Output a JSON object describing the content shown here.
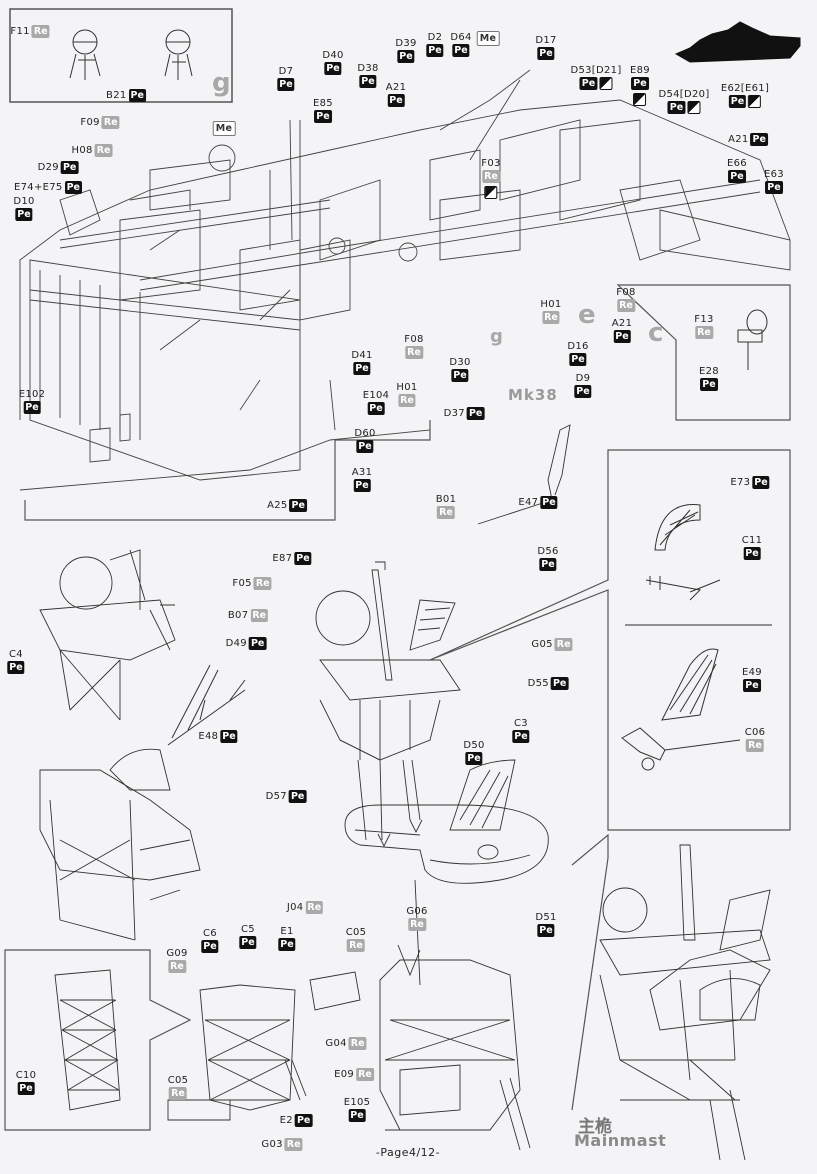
{
  "page_label": "-Page4/12-",
  "section": {
    "title_cn": "主桅",
    "title_en": "Mainmast"
  },
  "diagram_letters": [
    "g",
    "e",
    "c",
    "g"
  ],
  "mk38": "Mk38",
  "legend_colors": {
    "pe": "#111111",
    "re": "#a9a9a9"
  },
  "parts": {
    "f11": {
      "code": "F11",
      "mat": "Re"
    },
    "b21": {
      "code": "B21",
      "mat": "Pe"
    },
    "f09": {
      "code": "F09",
      "mat": "Re"
    },
    "h08": {
      "code": "H08",
      "mat": "Re"
    },
    "d29": {
      "code": "D29",
      "mat": "Pe"
    },
    "e74e75": {
      "code": "E74+E75",
      "mat": "Pe"
    },
    "d10": {
      "code": "D10",
      "mat": "Pe"
    },
    "me1": {
      "code": "Me"
    },
    "d7": {
      "code": "D7",
      "mat": "Pe"
    },
    "d40": {
      "code": "D40",
      "mat": "Pe"
    },
    "d38": {
      "code": "D38",
      "mat": "Pe"
    },
    "e85": {
      "code": "E85",
      "mat": "Pe"
    },
    "a21a": {
      "code": "A21",
      "mat": "Pe"
    },
    "d39": {
      "code": "D39",
      "mat": "Pe"
    },
    "d2": {
      "code": "D2",
      "mat": "Pe"
    },
    "d64": {
      "code": "D64",
      "mat": "Pe"
    },
    "me2": {
      "code": "Me"
    },
    "d17": {
      "code": "D17",
      "mat": "Pe"
    },
    "d53": {
      "code": "D53[D21]",
      "mat": "Pe"
    },
    "e89": {
      "code": "E89",
      "mat": "Pe"
    },
    "d54": {
      "code": "D54[D20]",
      "mat": "Pe"
    },
    "e62": {
      "code": "E62[E61]",
      "mat": "Pe"
    },
    "a21b": {
      "code": "A21",
      "mat": "Pe"
    },
    "e66": {
      "code": "E66",
      "mat": "Pe"
    },
    "e63": {
      "code": "E63",
      "mat": "Pe"
    },
    "f03": {
      "code": "F03",
      "mat": "Re"
    },
    "h01a": {
      "code": "H01",
      "mat": "Re"
    },
    "f08a": {
      "code": "F08",
      "mat": "Re"
    },
    "a21c": {
      "code": "A21",
      "mat": "Pe"
    },
    "d16": {
      "code": "D16",
      "mat": "Pe"
    },
    "d9": {
      "code": "D9",
      "mat": "Pe"
    },
    "f13": {
      "code": "F13",
      "mat": "Re"
    },
    "e28": {
      "code": "E28",
      "mat": "Pe"
    },
    "d41": {
      "code": "D41",
      "mat": "Pe"
    },
    "f08b": {
      "code": "F08",
      "mat": "Re"
    },
    "d30": {
      "code": "D30",
      "mat": "Pe"
    },
    "e102": {
      "code": "E102",
      "mat": "Pe"
    },
    "e104": {
      "code": "E104",
      "mat": "Pe"
    },
    "h01b": {
      "code": "H01",
      "mat": "Re"
    },
    "d37": {
      "code": "D37",
      "mat": "Pe"
    },
    "d60": {
      "code": "D60",
      "mat": "Pe"
    },
    "a31": {
      "code": "A31",
      "mat": "Pe"
    },
    "a25": {
      "code": "A25",
      "mat": "Pe"
    },
    "b01": {
      "code": "B01",
      "mat": "Re"
    },
    "e47": {
      "code": "E47",
      "mat": "Pe"
    },
    "e73": {
      "code": "E73",
      "mat": "Pe"
    },
    "e87": {
      "code": "E87",
      "mat": "Pe"
    },
    "d56": {
      "code": "D56",
      "mat": "Pe"
    },
    "c11": {
      "code": "C11",
      "mat": "Pe"
    },
    "f05": {
      "code": "F05",
      "mat": "Re"
    },
    "b07": {
      "code": "B07",
      "mat": "Re"
    },
    "g05": {
      "code": "G05",
      "mat": "Re"
    },
    "d49": {
      "code": "D49",
      "mat": "Pe"
    },
    "d55": {
      "code": "D55",
      "mat": "Pe"
    },
    "c4": {
      "code": "C4",
      "mat": "Pe"
    },
    "e49": {
      "code": "E49",
      "mat": "Pe"
    },
    "c3": {
      "code": "C3",
      "mat": "Pe"
    },
    "e48": {
      "code": "E48",
      "mat": "Pe"
    },
    "d50": {
      "code": "D50",
      "mat": "Pe"
    },
    "c06": {
      "code": "C06",
      "mat": "Re"
    },
    "d57": {
      "code": "D57",
      "mat": "Pe"
    },
    "j04": {
      "code": "J04",
      "mat": "Re"
    },
    "g06": {
      "code": "G06",
      "mat": "Re"
    },
    "d51": {
      "code": "D51",
      "mat": "Pe"
    },
    "c6": {
      "code": "C6",
      "mat": "Pe"
    },
    "c5": {
      "code": "C5",
      "mat": "Pe"
    },
    "e1": {
      "code": "E1",
      "mat": "Pe"
    },
    "c05a": {
      "code": "C05",
      "mat": "Re"
    },
    "g09": {
      "code": "G09",
      "mat": "Re"
    },
    "g04": {
      "code": "G04",
      "mat": "Re"
    },
    "c10": {
      "code": "C10",
      "mat": "Pe"
    },
    "c05b": {
      "code": "C05",
      "mat": "Re"
    },
    "e09": {
      "code": "E09",
      "mat": "Re"
    },
    "e105": {
      "code": "E105",
      "mat": "Pe"
    },
    "e2": {
      "code": "E2",
      "mat": "Pe"
    },
    "g03": {
      "code": "G03",
      "mat": "Re"
    }
  }
}
